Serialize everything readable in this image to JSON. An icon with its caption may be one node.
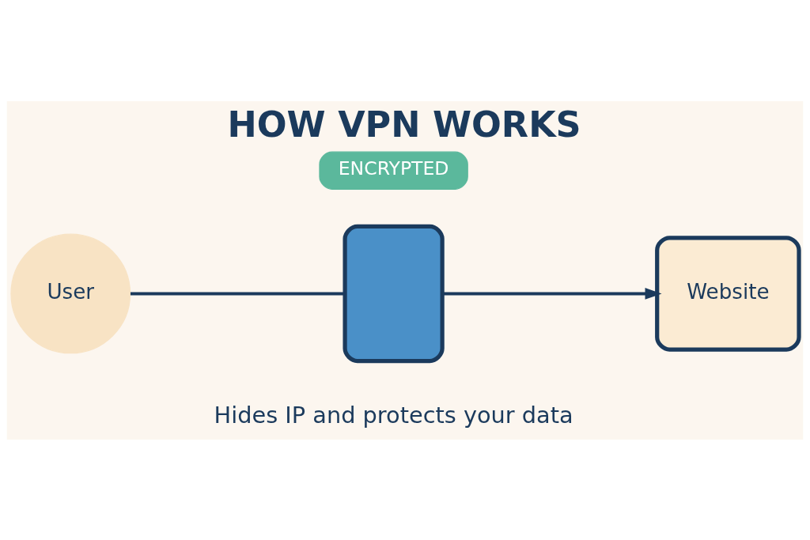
{
  "diagram": {
    "title": "HOW VPN WORKS",
    "nodes": [
      {
        "text": [
          "User"
        ]
      },
      {
        "text": [],
        "shape": "box"
      },
      {
        "text": [
          "ENCRYPTED"
        ]
      },
      {
        "text": [
          "Website"
        ]
      }
    ],
    "edges": [
      {
        "from": 0,
        "to": 1,
        "arrow": "none"
      },
      {
        "from": 1,
        "to": 3,
        "arrow": "to"
      }
    ],
    "labels": [
      "Hides IP and protects your data"
    ]
  }
}
